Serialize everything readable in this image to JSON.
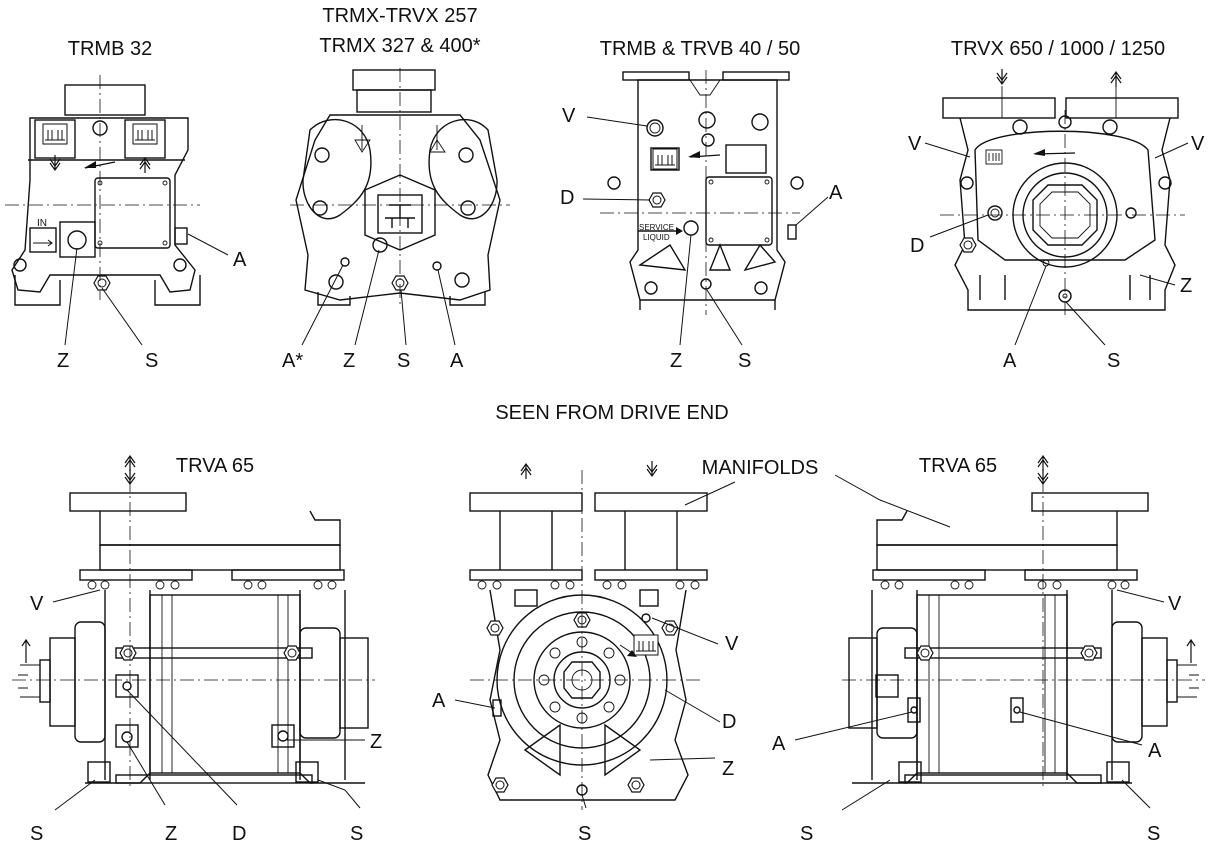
{
  "titles": {
    "trmb32": "TRMB 32",
    "trmx257_line1": "TRMX-TRVX 257",
    "trmx257_line2": "TRMX 327 & 400*",
    "trmb40": "TRMB & TRVB 40 / 50",
    "trvx650": "TRVX 650 / 1000 / 1250",
    "seen_from": "SEEN FROM DRIVE END",
    "trva65_left": "TRVA 65",
    "trva65_right": "TRVA 65",
    "manifolds": "MANIFOLDS"
  },
  "inline_text": {
    "in": "IN",
    "service": "SERVICE",
    "liquid": "LIQUID"
  },
  "labels": {
    "trmb32": [
      "A",
      "Z",
      "S"
    ],
    "trmx257": [
      "A*",
      "Z",
      "S",
      "A"
    ],
    "trmb40": [
      "V",
      "D",
      "A",
      "Z",
      "S"
    ],
    "trvx650": [
      "V",
      "V",
      "D",
      "Z",
      "A",
      "S"
    ],
    "trva65_left": [
      "V",
      "Z",
      "S",
      "Z",
      "D",
      "S"
    ],
    "middle": [
      "V",
      "A",
      "D",
      "Z",
      "S"
    ],
    "trva65_right": [
      "V",
      "A",
      "A",
      "S",
      "S"
    ]
  }
}
